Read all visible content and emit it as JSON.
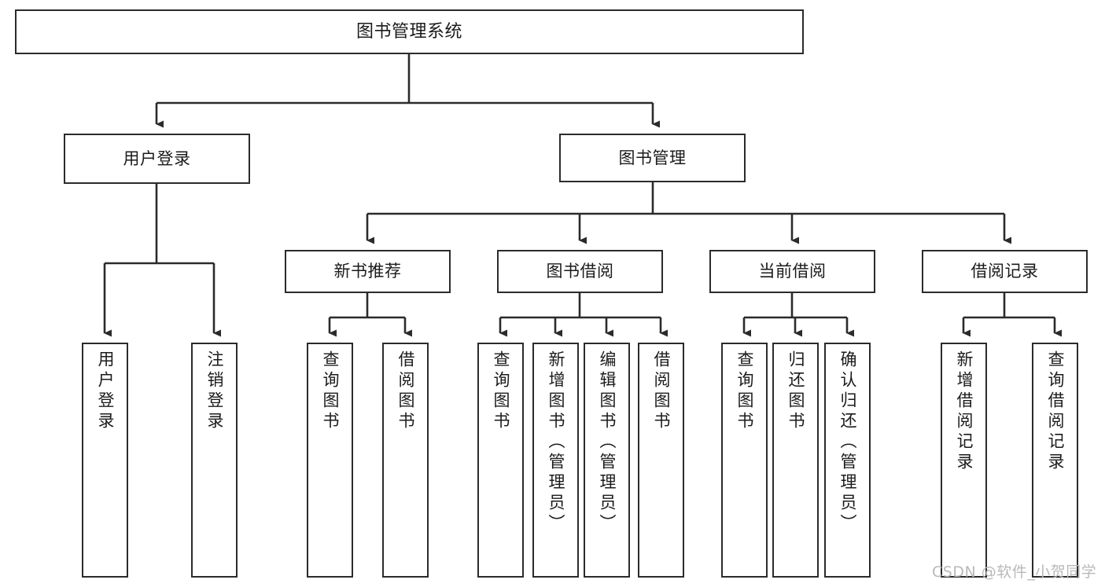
{
  "diagram": {
    "title": "图书管理系统",
    "type": "tree-hierarchy",
    "root": {
      "label": "图书管理系统"
    },
    "level2": [
      {
        "label": "用户登录"
      },
      {
        "label": "图书管理"
      }
    ],
    "level3": [
      {
        "label": "新书推荐"
      },
      {
        "label": "图书借阅"
      },
      {
        "label": "当前借阅"
      },
      {
        "label": "借阅记录"
      }
    ],
    "leaves": {
      "user_login": [
        {
          "label": "用户登录"
        },
        {
          "label": "注销登录"
        }
      ],
      "new_book_recommend": [
        {
          "label": "查询图书"
        },
        {
          "label": "借阅图书"
        }
      ],
      "book_borrow": [
        {
          "label": "查询图书"
        },
        {
          "label": "新增图书（管理员）"
        },
        {
          "label": "编辑图书（管理员）"
        },
        {
          "label": "借阅图书"
        }
      ],
      "current_borrow": [
        {
          "label": "查询图书"
        },
        {
          "label": "归还图书"
        },
        {
          "label": "确认归还（管理员）"
        }
      ],
      "borrow_record": [
        {
          "label": "新增借阅记录"
        },
        {
          "label": "查询借阅记录"
        }
      ]
    }
  },
  "watermark": {
    "text": "CSDN @软件_小贺同学"
  },
  "colors": {
    "stroke": "#2b2b2b",
    "fill": "#ffffff",
    "text": "#1b1b1b",
    "watermark": "#b9b9b9"
  }
}
